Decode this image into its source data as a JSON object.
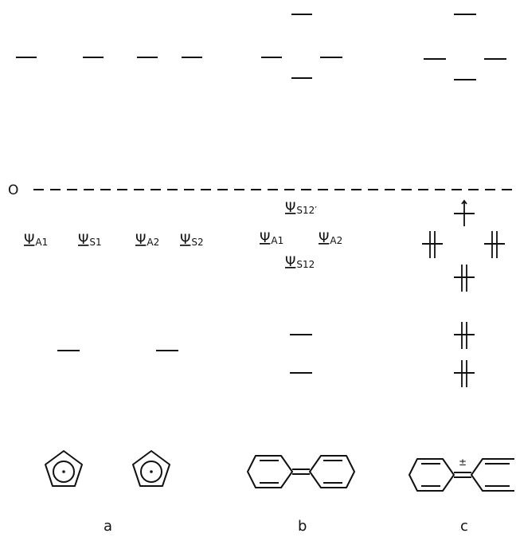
{
  "zero_label": "O",
  "labels": {
    "psi_symbol": "Ψ",
    "a1": "A1",
    "s1": "S1",
    "a2": "A2",
    "s2": "S2",
    "s12p": "S12′",
    "s12": "S12"
  },
  "columns": {
    "a": "a",
    "b": "b",
    "c": "c"
  },
  "structures": {
    "a_center": "·",
    "c_charge": "±"
  }
}
